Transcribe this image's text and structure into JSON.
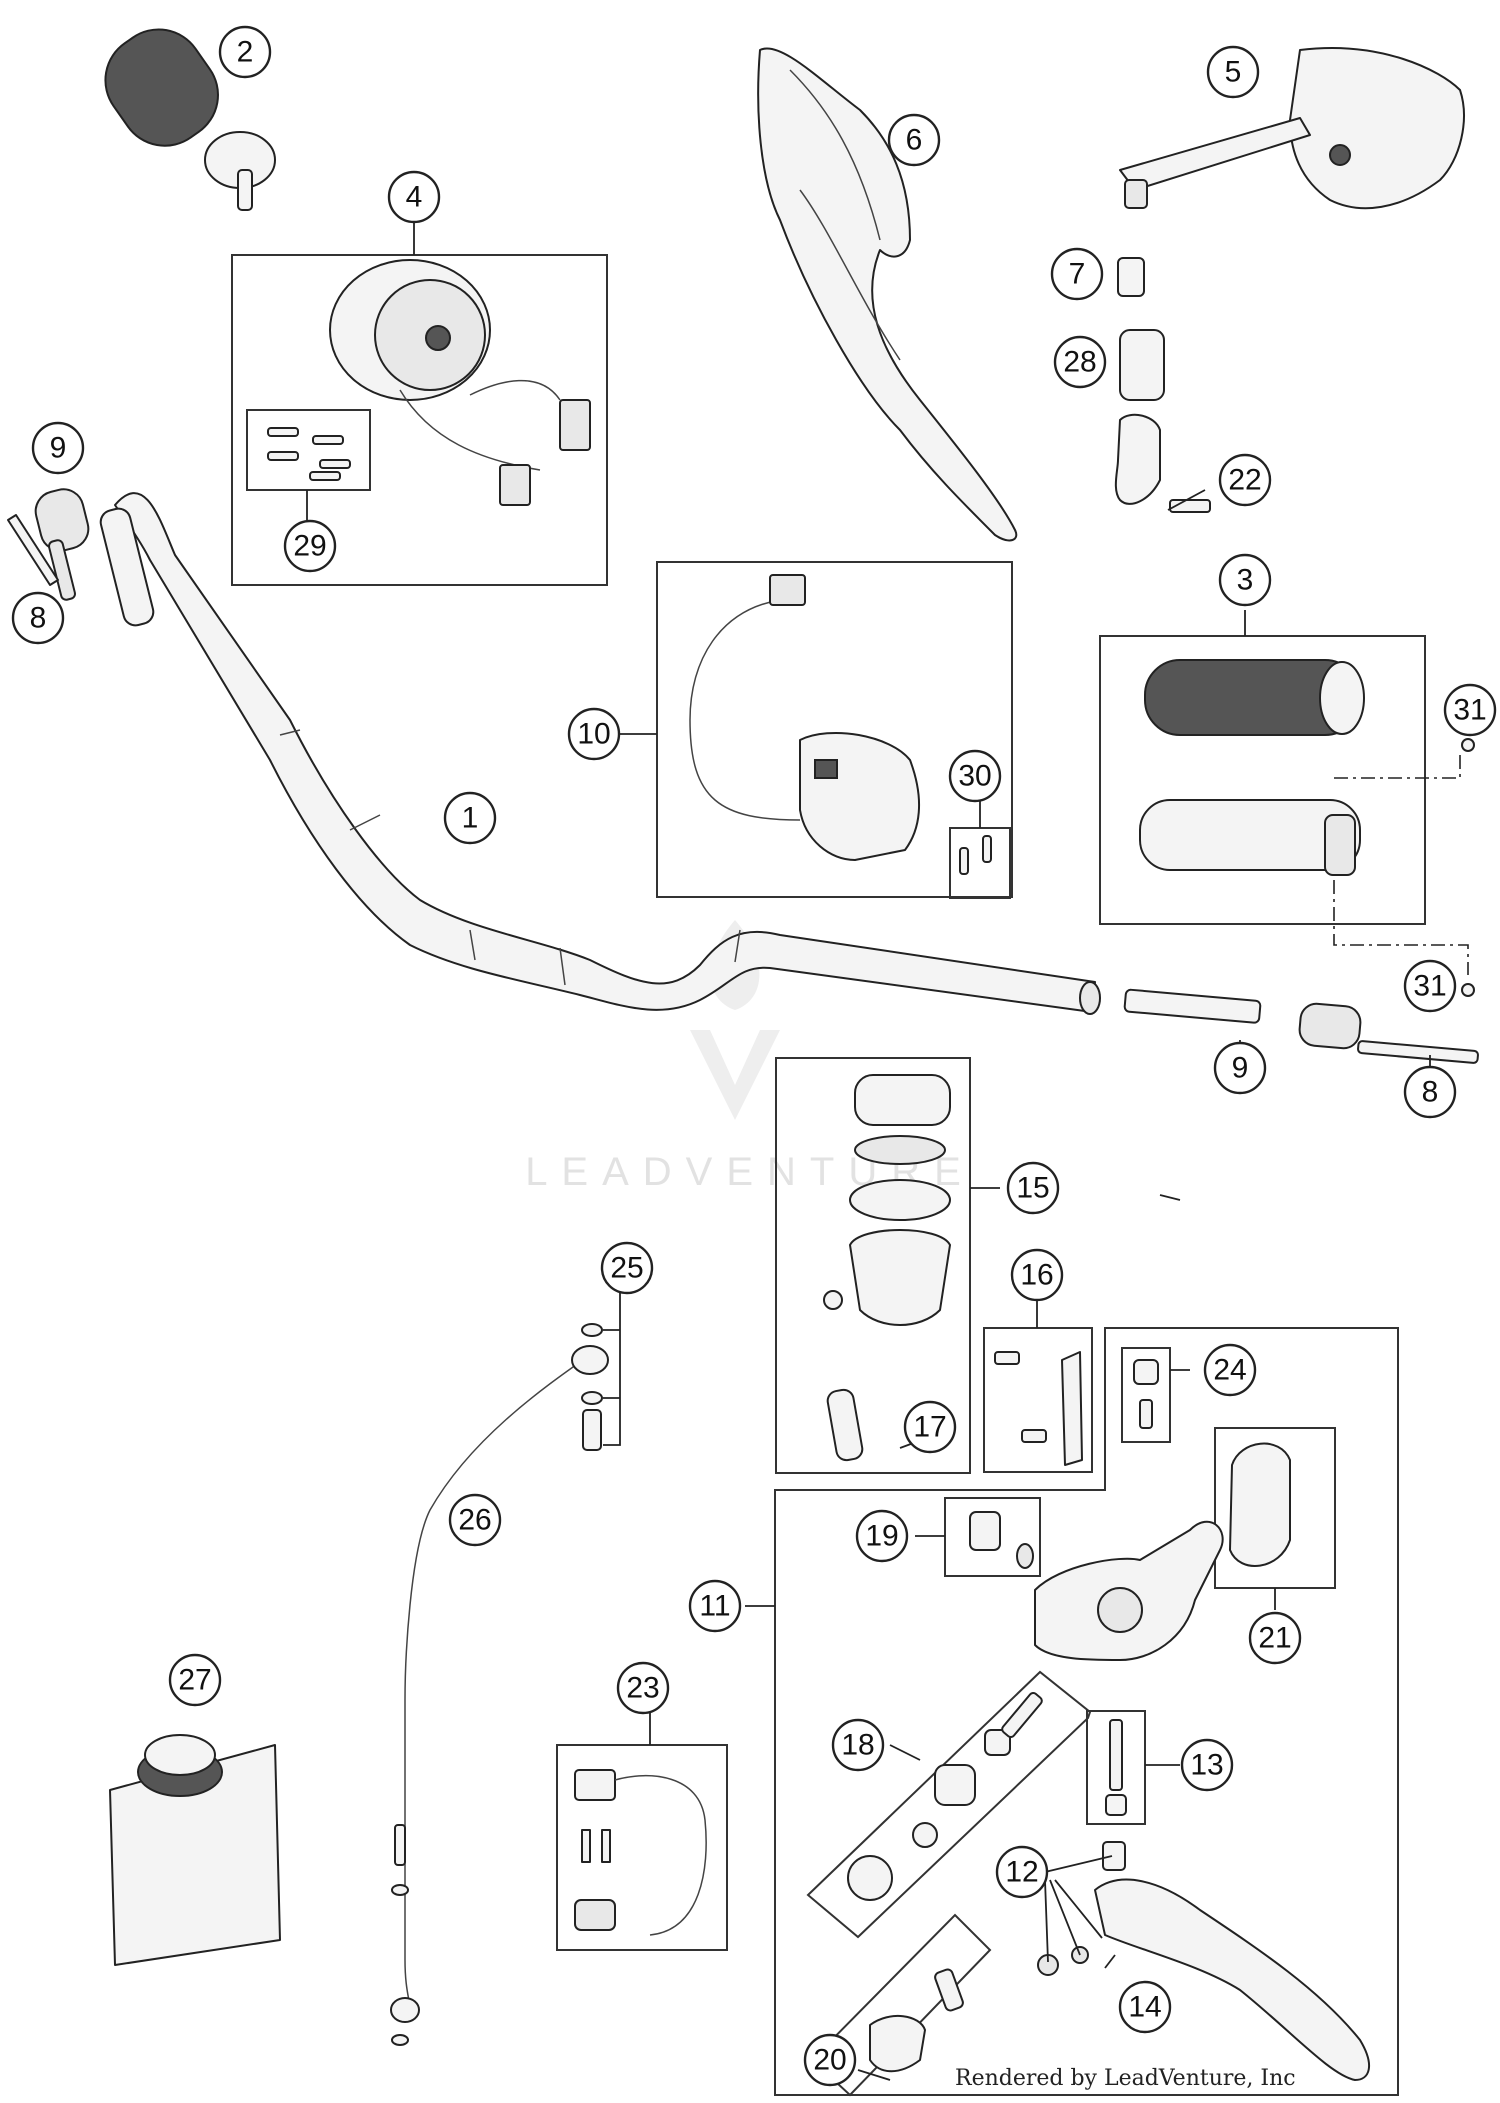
{
  "callouts": {
    "c1": "1",
    "c2": "2",
    "c3": "3",
    "c4": "4",
    "c5": "5",
    "c6": "6",
    "c7": "7",
    "c8a": "8",
    "c8b": "8",
    "c9a": "9",
    "c9b": "9",
    "c10": "10",
    "c11": "11",
    "c12": "12",
    "c13": "13",
    "c14": "14",
    "c15": "15",
    "c16": "16",
    "c17": "17",
    "c18": "18",
    "c19": "19",
    "c20": "20",
    "c21": "21",
    "c22": "22",
    "c23": "23",
    "c24": "24",
    "c25": "25",
    "c26": "26",
    "c27": "27",
    "c28": "28",
    "c29": "29",
    "c30": "30",
    "c31a": "31",
    "c31b": "31"
  },
  "watermark": {
    "text": "LEADVENTURE"
  },
  "footer": {
    "credit": "Rendered by LeadVenture, Inc"
  },
  "colors": {
    "line": "#222222",
    "background": "#ffffff",
    "watermark": "#e2e2e2"
  }
}
